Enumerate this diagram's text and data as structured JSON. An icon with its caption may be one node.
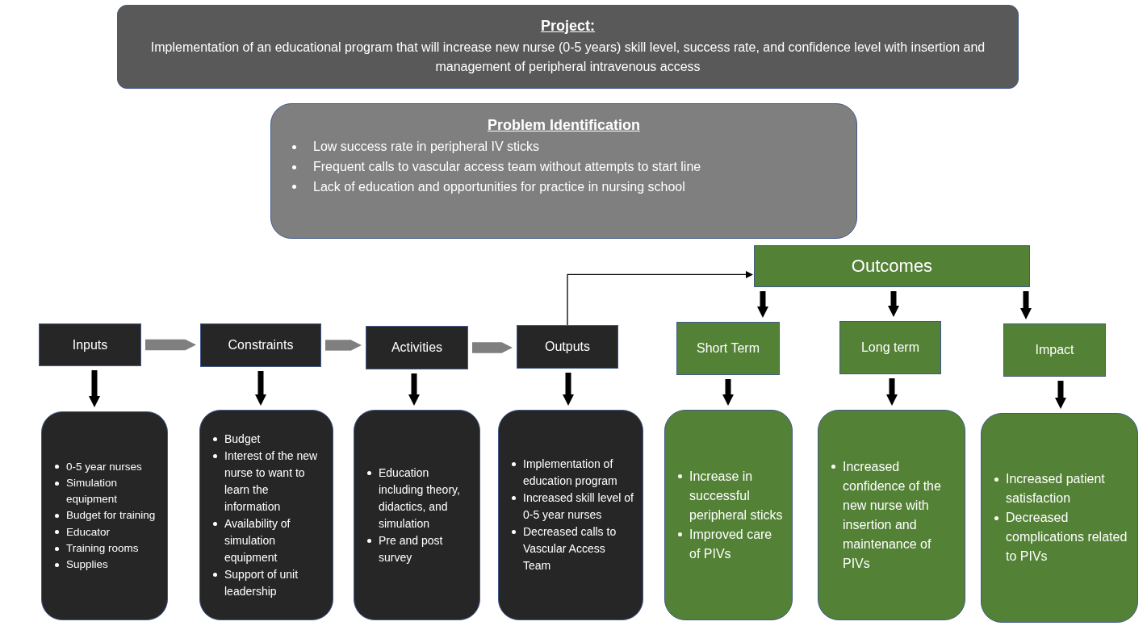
{
  "diagram": {
    "nodes": [
      {
        "text": [
          "Project:",
          "Implementation of an educational program that will increase new nurse (0-5 years) skill level, success rate, and confidence level with insertion and management of peripheral intravenous access"
        ]
      },
      {
        "text": [
          "Problem Identification",
          "Low success rate in peripheral IV sticks",
          "Frequent calls to vascular access team without attempts to start line",
          "Lack of education and opportunities for practice in nursing school"
        ]
      },
      {
        "text": [
          "Inputs"
        ]
      },
      {
        "text": [
          "Constraints"
        ]
      },
      {
        "text": [
          "Activities"
        ]
      },
      {
        "text": [
          "Outputs"
        ]
      },
      {
        "text": [
          "Outcomes"
        ]
      },
      {
        "text": [
          "Short Term"
        ]
      },
      {
        "text": [
          "Long term"
        ]
      },
      {
        "text": [
          "Impact"
        ]
      },
      {
        "text": [
          "0-5 year nurses",
          "Simulation equipment",
          "Budget for training",
          "Educator",
          "Training rooms",
          "Supplies"
        ]
      },
      {
        "text": [
          "Budget",
          "Interest of the new nurse to want to learn the information",
          "Availability of simulation equipment",
          "Support of unit leadership"
        ]
      },
      {
        "text": [
          "Education including theory, didactics, and simulation",
          "Pre and post survey"
        ]
      },
      {
        "text": [
          "Implementation of education program",
          "Increased skill level of 0-5 year nurses",
          "Decreased calls to Vascular Access Team"
        ]
      },
      {
        "text": [
          "Increase in successful peripheral sticks",
          "Improved care of PIVs"
        ]
      },
      {
        "text": [
          "Increased confidence of the new nurse with insertion and maintenance of PIVs"
        ]
      },
      {
        "text": [
          "Increased patient satisfaction",
          "Decreased complications related to PIVs"
        ]
      }
    ],
    "edges": [
      {
        "from": 2,
        "to": 3,
        "arrow": "to",
        "style": "thick",
        "color": "#7f7f7f"
      },
      {
        "from": 3,
        "to": 4,
        "arrow": "to",
        "style": "thick",
        "color": "#7f7f7f"
      },
      {
        "from": 4,
        "to": 5,
        "arrow": "to",
        "style": "thick",
        "color": "#7f7f7f"
      },
      {
        "from": 5,
        "to": 6,
        "arrow": "to"
      },
      {
        "from": 6,
        "to": 7,
        "arrow": "to"
      },
      {
        "from": 6,
        "to": 8,
        "arrow": "to"
      },
      {
        "from": 6,
        "to": 9,
        "arrow": "to"
      },
      {
        "from": 2,
        "to": 10,
        "arrow": "to"
      },
      {
        "from": 3,
        "to": 11,
        "arrow": "to"
      },
      {
        "from": 4,
        "to": 12,
        "arrow": "to"
      },
      {
        "from": 5,
        "to": 13,
        "arrow": "to"
      },
      {
        "from": 7,
        "to": 14,
        "arrow": "to"
      },
      {
        "from": 8,
        "to": 15,
        "arrow": "to"
      },
      {
        "from": 9,
        "to": 16,
        "arrow": "to"
      }
    ]
  }
}
